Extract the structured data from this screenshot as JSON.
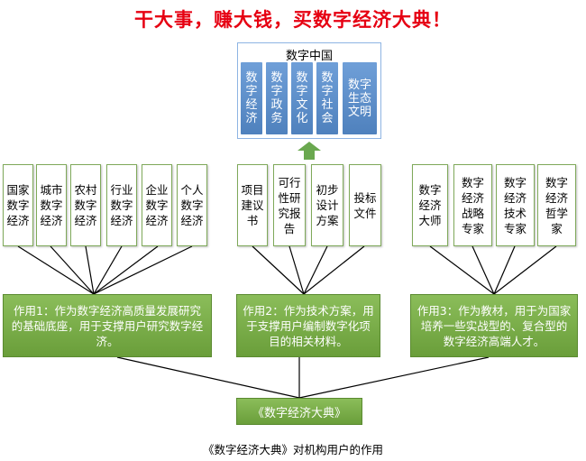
{
  "headline": "干大事，赚大钱，买数字经济大典！",
  "top": {
    "title": "数字中国",
    "columns": [
      "数字经济",
      "数字政务",
      "数字文化",
      "数字社会",
      "数字生态文明"
    ]
  },
  "groups": [
    {
      "cards": [
        "国家数字经济",
        "城市数字经济",
        "农村数字经济",
        "行业数字经济",
        "企业数字经济",
        "个人数字经济"
      ],
      "role": "作用1：作为数字经济高质量发展研究的基础底座，用于支撑用户研究数字经济。"
    },
    {
      "cards": [
        "项目建议书",
        "可行性研究报告",
        "初步设计方案",
        "投标文件"
      ],
      "role": "作用2：作为技术方案，用于支撑用户编制数字化项目的相关材料。"
    },
    {
      "cards": [
        "数字经济大师",
        "数字经济战略专家",
        "数字经济技术专家",
        "数字经济哲学家"
      ],
      "role": "作用3：作为教材，用于为国家培养一些实战型的、复合型的数字经济高端人才。"
    }
  ],
  "bottom_box": "《数字经济大典》",
  "caption": "《数字经济大典》对机构用户的作用",
  "colors": {
    "headline": "#e60012",
    "blue": "#4f81bd",
    "green": "#77aa44",
    "line": "#000000"
  }
}
